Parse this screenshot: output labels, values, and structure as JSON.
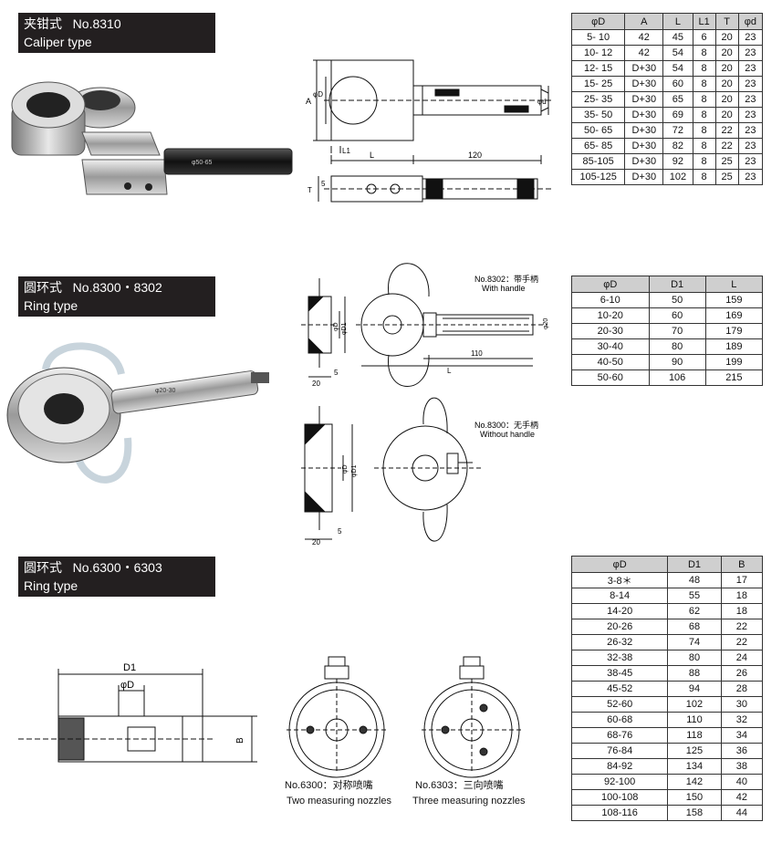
{
  "sections": [
    {
      "title_cn": "夹钳式",
      "title_no": "No.8310",
      "title_en": "Caliper type"
    },
    {
      "title_cn": "圆环式",
      "title_no": "No.8300・8302",
      "title_en": "Ring type"
    },
    {
      "title_cn": "圆环式",
      "title_no": "No.6300・6303",
      "title_en": "Ring type"
    }
  ],
  "photo_texts": {
    "caliper_engrave": "φ50-65",
    "ring_engrave": "φ20-30"
  },
  "drawing_labels": {
    "caliper": {
      "A": "A",
      "phiD": "φD",
      "L1": "L1",
      "L": "L",
      "len120": "120",
      "phid": "φd",
      "T": "T",
      "five": "5"
    },
    "ring8302": {
      "phiD": "φD",
      "D1": "φD1",
      "twenty": "20",
      "five": "5",
      "len110": "110",
      "L": "L",
      "phi20": "φ20",
      "note": "No.8302：带手柄",
      "note_en": "With handle"
    },
    "ring8300": {
      "phiD": "φD",
      "D1": "φD1",
      "twenty": "20",
      "five": "5",
      "note": "No.8300：无手柄",
      "note_en": "Without handle"
    },
    "ring6300": {
      "D1": "D1",
      "phiD": "φD",
      "B": "B"
    }
  },
  "captions": {
    "no6300_cn": "No.6300：对称喷嘴",
    "no6300_en": "Two measuring nozzles",
    "no6303_cn": "No.6303：三向喷嘴",
    "no6303_en": "Three measuring nozzles"
  },
  "table1": {
    "headers": [
      "φD",
      "A",
      "L",
      "L1",
      "T",
      "φd"
    ],
    "rows": [
      [
        "5- 10",
        "42",
        "45",
        "6",
        "20",
        "23"
      ],
      [
        "10- 12",
        "42",
        "54",
        "8",
        "20",
        "23"
      ],
      [
        "12- 15",
        "D+30",
        "54",
        "8",
        "20",
        "23"
      ],
      [
        "15- 25",
        "D+30",
        "60",
        "8",
        "20",
        "23"
      ],
      [
        "25- 35",
        "D+30",
        "65",
        "8",
        "20",
        "23"
      ],
      [
        "35- 50",
        "D+30",
        "69",
        "8",
        "20",
        "23"
      ],
      [
        "50- 65",
        "D+30",
        "72",
        "8",
        "22",
        "23"
      ],
      [
        "65- 85",
        "D+30",
        "82",
        "8",
        "22",
        "23"
      ],
      [
        "85-105",
        "D+30",
        "92",
        "8",
        "25",
        "23"
      ],
      [
        "105-125",
        "D+30",
        "102",
        "8",
        "25",
        "23"
      ]
    ]
  },
  "table2": {
    "headers": [
      "φD",
      "D1",
      "L"
    ],
    "rows": [
      [
        "6-10",
        "50",
        "159"
      ],
      [
        "10-20",
        "60",
        "169"
      ],
      [
        "20-30",
        "70",
        "179"
      ],
      [
        "30-40",
        "80",
        "189"
      ],
      [
        "40-50",
        "90",
        "199"
      ],
      [
        "50-60",
        "106",
        "215"
      ]
    ]
  },
  "table3": {
    "headers": [
      "φD",
      "D1",
      "B"
    ],
    "rows": [
      [
        "3-8＊",
        "48",
        "17"
      ],
      [
        "8-14",
        "55",
        "18"
      ],
      [
        "14-20",
        "62",
        "18"
      ],
      [
        "20-26",
        "68",
        "22"
      ],
      [
        "26-32",
        "74",
        "22"
      ],
      [
        "32-38",
        "80",
        "24"
      ],
      [
        "38-45",
        "88",
        "26"
      ],
      [
        "45-52",
        "94",
        "28"
      ],
      [
        "52-60",
        "102",
        "30"
      ],
      [
        "60-68",
        "110",
        "32"
      ],
      [
        "68-76",
        "118",
        "34"
      ],
      [
        "76-84",
        "125",
        "36"
      ],
      [
        "84-92",
        "134",
        "38"
      ],
      [
        "92-100",
        "142",
        "40"
      ],
      [
        "100-108",
        "150",
        "42"
      ],
      [
        "108-116",
        "158",
        "44"
      ]
    ]
  }
}
